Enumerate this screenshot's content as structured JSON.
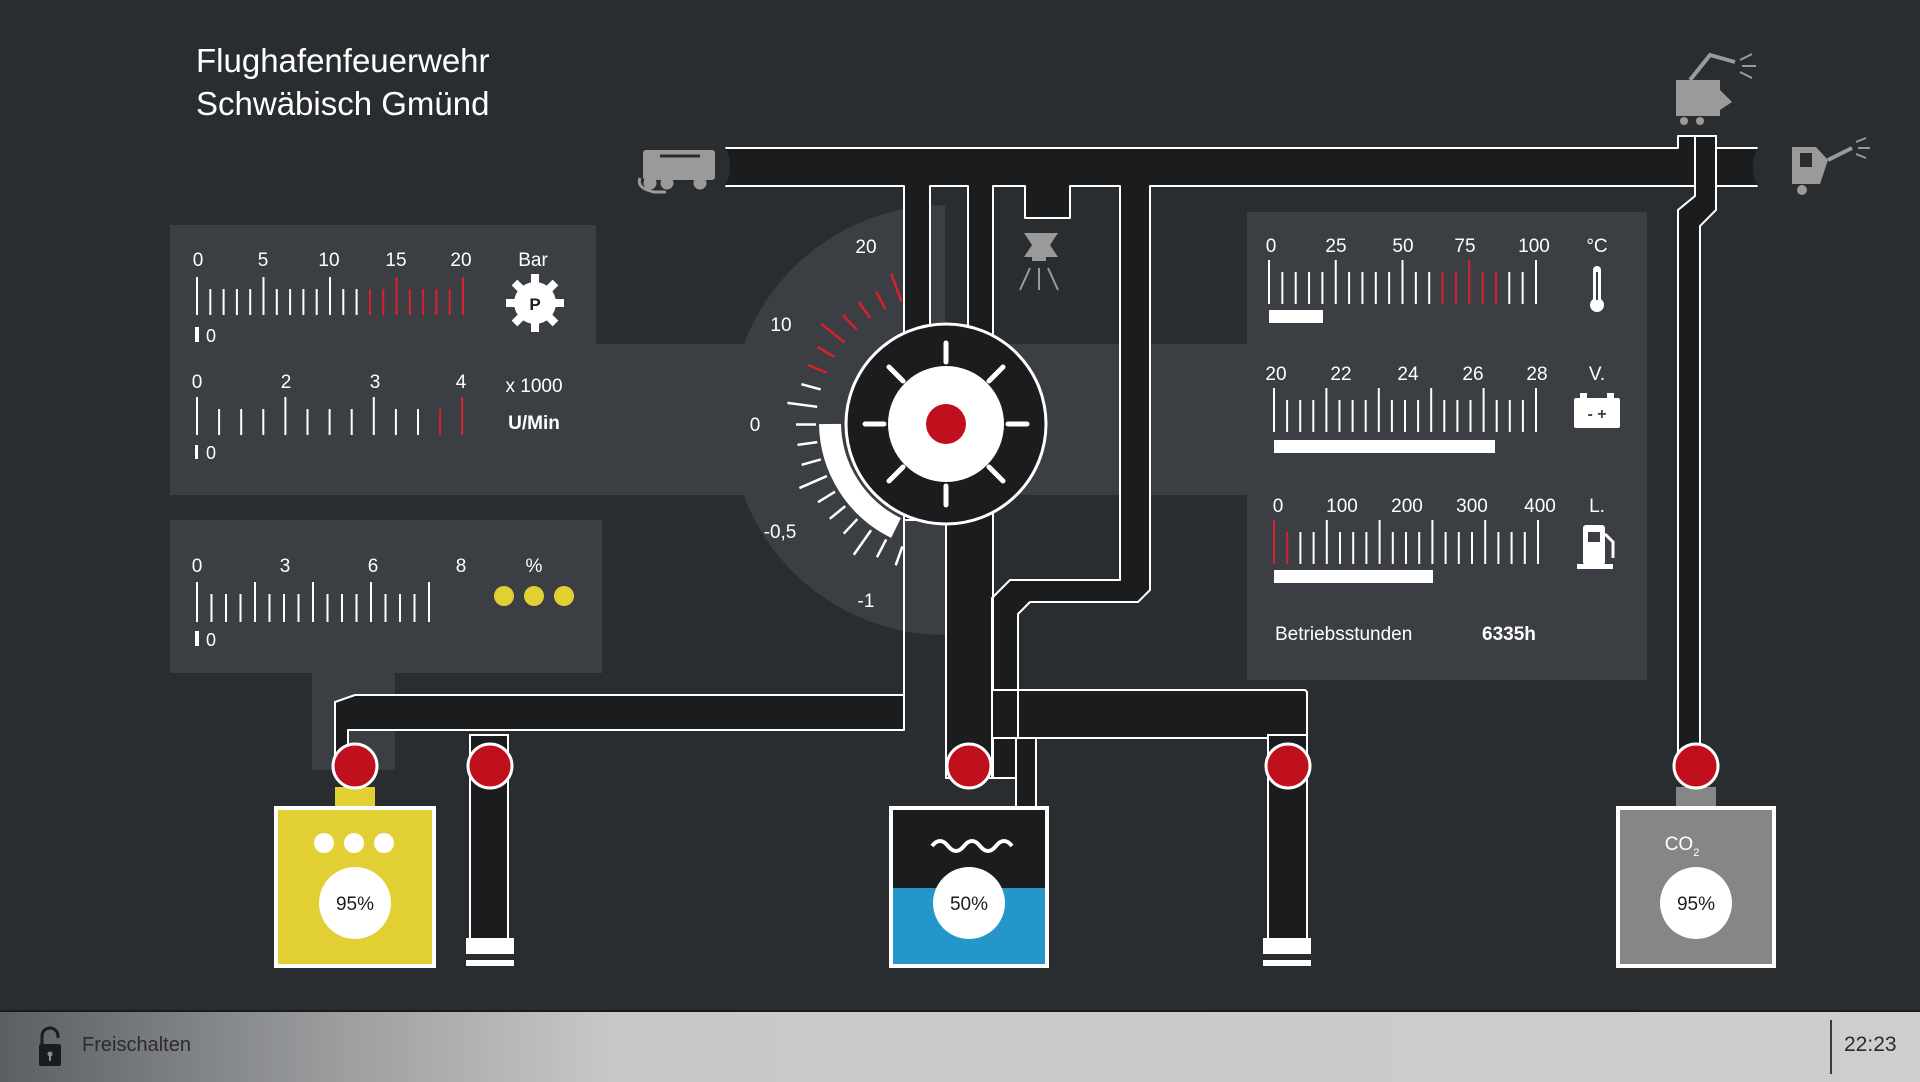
{
  "header": {
    "title_line1": "Flughafenfeuerwehr",
    "title_line2": "Schwäbisch Gmünd"
  },
  "pressure_gauge": {
    "ticks": [
      "0",
      "5",
      "10",
      "15",
      "20"
    ],
    "unit": "Bar",
    "value": "0",
    "icon": "pressure-gear-icon",
    "icon_letter": "P",
    "value_fraction": 0.0
  },
  "rpm_gauge": {
    "ticks": [
      "0",
      "2",
      "3",
      "4"
    ],
    "multiplier": "x 1000",
    "unit": "U/Min",
    "value": "0",
    "value_fraction": 0.0
  },
  "foam_gauge": {
    "ticks": [
      "0",
      "3",
      "6",
      "8"
    ],
    "unit": "%",
    "value": "0",
    "icon": "foam-dots-icon",
    "value_fraction": 0.0
  },
  "center_dial": {
    "labels": [
      "20",
      "10",
      "0",
      "-0,5",
      "-1"
    ],
    "icon": "pump-icon"
  },
  "temp_gauge": {
    "ticks": [
      "0",
      "25",
      "50",
      "75",
      "100"
    ],
    "unit": "°C",
    "icon": "thermometer-icon",
    "level": 0.1
  },
  "voltage_gauge": {
    "ticks": [
      "20",
      "22",
      "24",
      "26",
      "28"
    ],
    "unit": "V.",
    "icon": "battery-icon",
    "battery_symbols": "- +",
    "level": 0.82
  },
  "fuel_gauge": {
    "ticks": [
      "0",
      "100",
      "200",
      "300",
      "400"
    ],
    "unit": "L.",
    "icon": "fuel-pump-icon",
    "level": 0.59
  },
  "operating_hours": {
    "label": "Betriebsstunden",
    "value": "6335h"
  },
  "tanks": [
    {
      "name": "foam",
      "percent": "95%",
      "level": 0.95,
      "color": "#e2cf34"
    },
    {
      "name": "water",
      "percent": "50%",
      "level": 0.5,
      "color": "#2596c9"
    },
    {
      "name": "co2",
      "label": "CO",
      "label_sub": "2",
      "percent": "95%",
      "level": 0.95,
      "color": "#868686"
    }
  ],
  "outlets": [
    "vehicle-intake-icon",
    "roof-turret-icon",
    "front-turret-icon",
    "spray-nozzle-icon"
  ],
  "colors": {
    "background": "#2a2d30",
    "panel": "#3b3e42",
    "pipe": "#1b1c1e",
    "valve": "#c0101e",
    "alert": "#d8202e"
  },
  "footer": {
    "unlock_label": "Freischalten",
    "time": "22:23",
    "icon": "padlock-open-icon"
  }
}
